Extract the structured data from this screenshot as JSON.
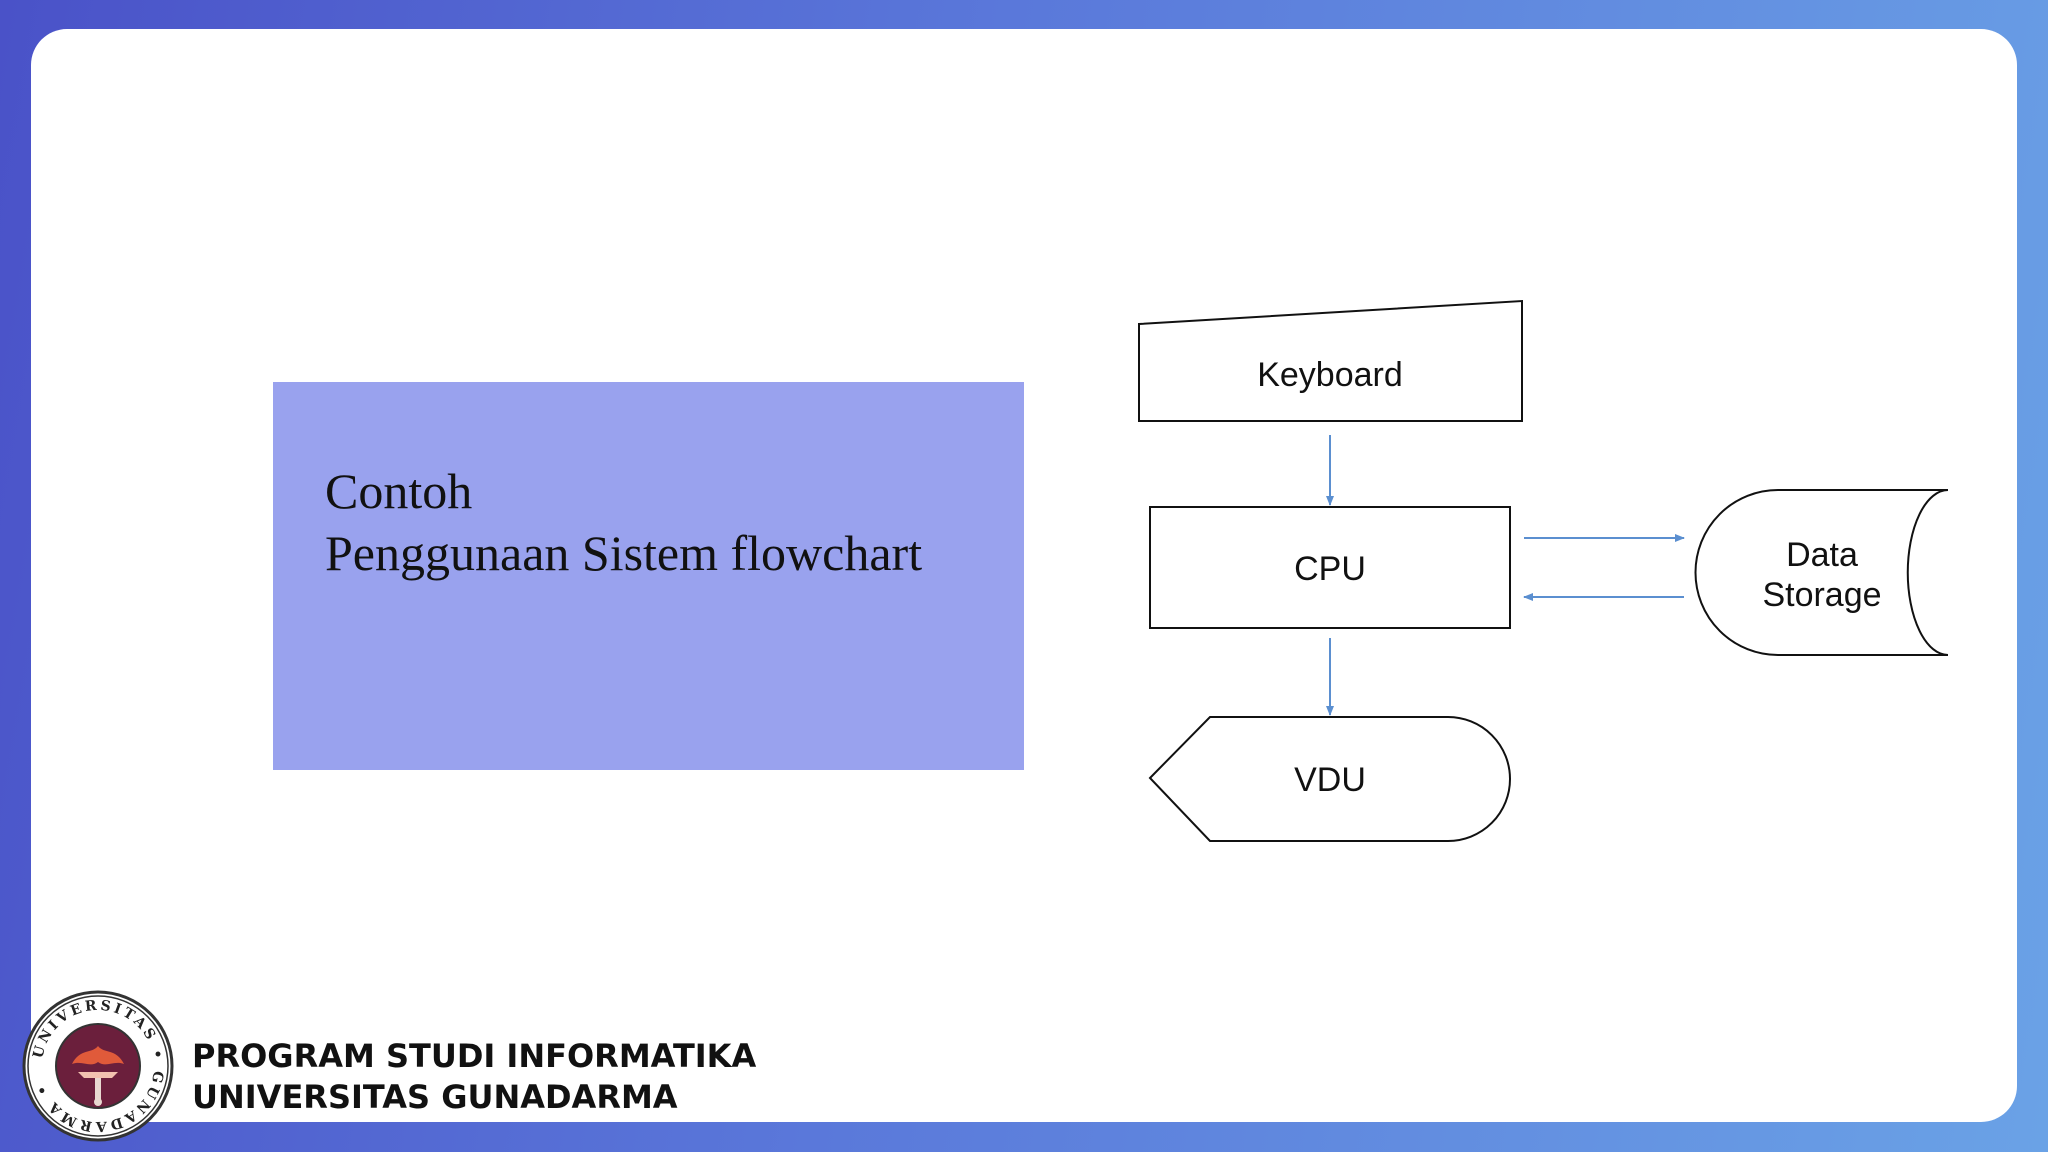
{
  "slide": {
    "title_line1": "Contoh",
    "title_line2": "Penggunaan Sistem flowchart"
  },
  "flowchart": {
    "keyboard": "Keyboard",
    "cpu": "CPU",
    "vdu": "VDU",
    "storage_line1": "Data",
    "storage_line2": "Storage",
    "arrow_color": "#5b8fd0"
  },
  "footer": {
    "line1": "PROGRAM STUDI INFORMATIKA",
    "line2": "UNIVERSITAS GUNADARMA"
  },
  "logo": {
    "text": "UNIVERSITAS GUNADARMA",
    "primary_color": "#6b1f3c",
    "accent_color": "#e05a3a"
  }
}
